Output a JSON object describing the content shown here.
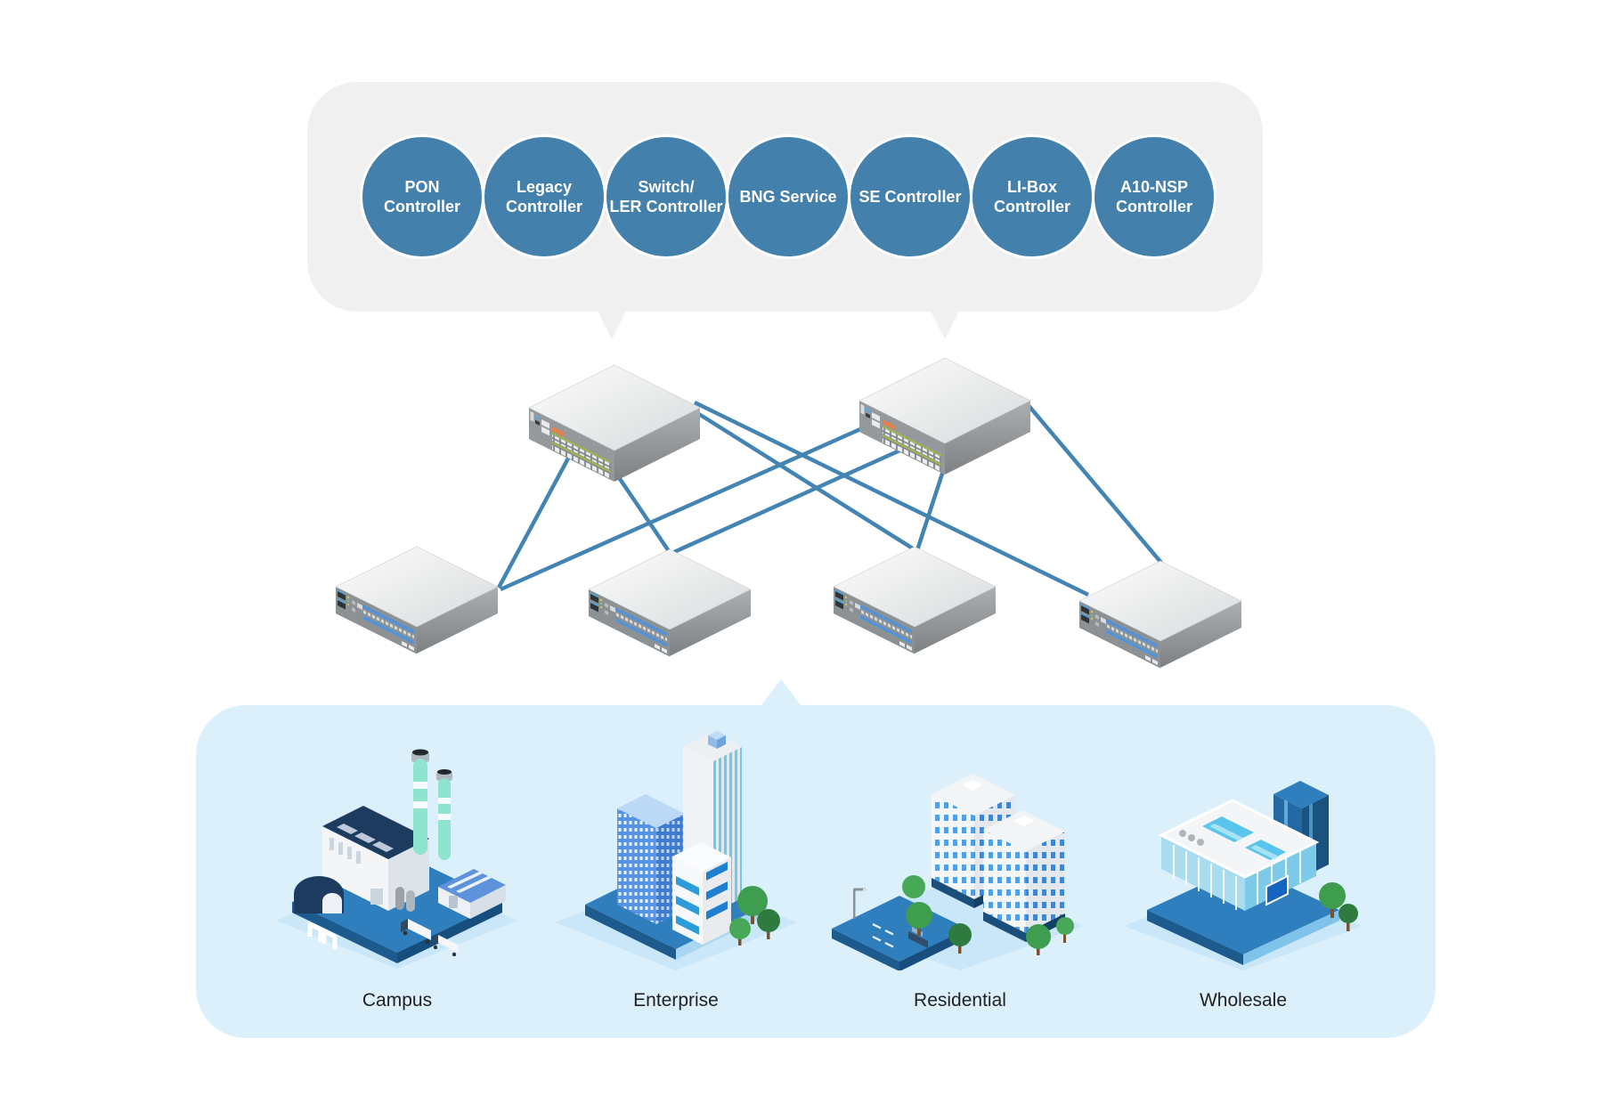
{
  "colors": {
    "circle_blue": "#4480AC",
    "panel_gray": "#F0F0F0",
    "link_blue": "#4484B2",
    "access_blue": "#DCF0FC",
    "label_color": "#212121",
    "platform_blue": "#2F7FBE",
    "platform_dark": "#1D5A8D"
  },
  "controllers": {
    "items": [
      {
        "label": "PON\nController"
      },
      {
        "label": "Legacy\nController"
      },
      {
        "label": "Switch/\nLER Controller"
      },
      {
        "label": "BNG Service"
      },
      {
        "label": "SE Controller"
      },
      {
        "label": "LI-Box\nController"
      },
      {
        "label": "A10-NSP\nController"
      }
    ]
  },
  "network": {
    "spine_count": 2,
    "leaf_count": 4,
    "links": [
      {
        "spine": 1,
        "leaf": 1
      },
      {
        "spine": 1,
        "leaf": 2
      },
      {
        "spine": 1,
        "leaf": 3
      },
      {
        "spine": 1,
        "leaf": 4
      },
      {
        "spine": 2,
        "leaf": 1
      },
      {
        "spine": 2,
        "leaf": 2
      },
      {
        "spine": 2,
        "leaf": 3
      },
      {
        "spine": 2,
        "leaf": 4
      }
    ]
  },
  "segments": {
    "items": [
      {
        "label": "Campus"
      },
      {
        "label": "Enterprise"
      },
      {
        "label": "Residential"
      },
      {
        "label": "Wholesale"
      }
    ]
  }
}
